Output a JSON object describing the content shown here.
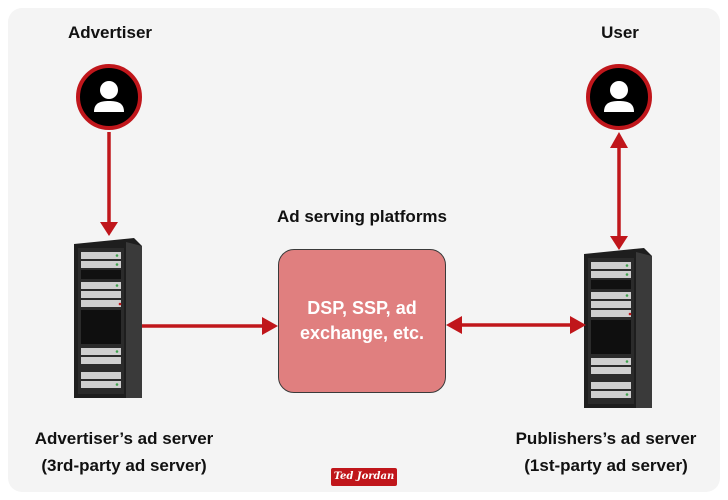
{
  "labels": {
    "advertiser": "Advertiser",
    "user": "User",
    "platforms_title": "Ad serving platforms",
    "platforms_box": "DSP, SSP, ad exchange, etc.",
    "adv_server_line1": "Advertiser’s ad server",
    "adv_server_line2": "(3rd-party ad server)",
    "pub_server_line1": "Publishers’s ad server",
    "pub_server_line2": "(1st-party ad server)",
    "logo": "Ted Jordan"
  },
  "colors": {
    "accent": "#c0161b",
    "hub_fill": "#e07f7f",
    "server_body": "#2b2b2b"
  },
  "icons": {
    "avatar": "user-icon",
    "server": "server-rack-icon"
  }
}
